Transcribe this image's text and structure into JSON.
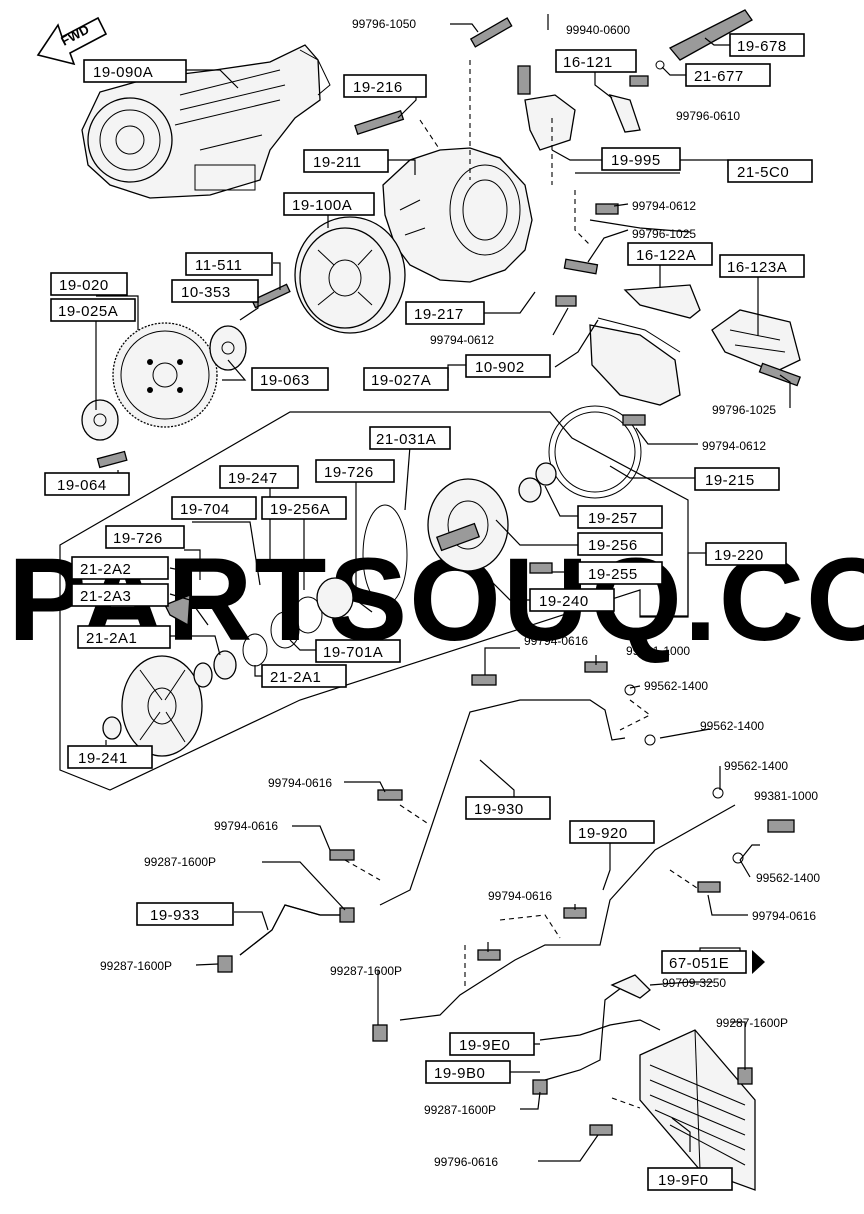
{
  "watermark": "PARTSOUQ.COM",
  "direction_marker": "FWD",
  "callouts": {
    "c_19_090A": "19-090A",
    "c_19_216": "19-216",
    "c_19_211": "19-211",
    "c_19_100A": "19-100A",
    "c_11_511": "11-511",
    "c_10_353": "10-353",
    "c_19_020": "19-020",
    "c_19_025A": "19-025A",
    "c_19_063": "19-063",
    "c_19_064": "19-064",
    "c_19_678": "19-678",
    "c_21_677": "21-677",
    "c_16_121": "16-121",
    "c_19_995": "19-995",
    "c_21_5C0": "21-5C0",
    "c_16_122A": "16-122A",
    "c_16_123A": "16-123A",
    "c_19_217": "19-217",
    "c_10_902": "10-902",
    "c_19_027A": "19-027A",
    "c_21_031A": "21-031A",
    "c_19_726a": "19-726",
    "c_19_247": "19-247",
    "c_19_704": "19-704",
    "c_19_256A": "19-256A",
    "c_19_726b": "19-726",
    "c_21_2A2": "21-2A2",
    "c_21_2A3": "21-2A3",
    "c_21_2A1a": "21-2A1",
    "c_19_701A": "19-701A",
    "c_21_2A1b": "21-2A1",
    "c_19_241": "19-241",
    "c_19_215": "19-215",
    "c_19_257": "19-257",
    "c_19_256": "19-256",
    "c_19_255": "19-255",
    "c_19_220": "19-220",
    "c_19_240": "19-240",
    "c_19_930": "19-930",
    "c_19_920": "19-920",
    "c_19_933": "19-933",
    "c_67_051E": "67-051E",
    "c_19_9E0": "19-9E0",
    "c_19_9B0": "19-9B0",
    "c_19_9F0": "19-9F0"
  },
  "part_numbers": {
    "p_99796_1050": "99796-1050",
    "p_99940_0600": "99940-0600",
    "p_99796_0610": "99796-0610",
    "p_99794_0612a": "99794-0612",
    "p_99796_1025a": "99796-1025",
    "p_99794_0612b": "99794-0612",
    "p_99796_1025b": "99796-1025",
    "p_99794_0612c": "99794-0612",
    "p_99794_0616a": "99794-0616",
    "p_99381_1000a": "99381-1000",
    "p_99562_1400a": "99562-1400",
    "p_99562_1400b": "99562-1400",
    "p_99562_1400c": "99562-1400",
    "p_99381_1000b": "99381-1000",
    "p_99794_0616b": "99794-0616",
    "p_99562_1400d": "99562-1400",
    "p_99794_0616c": "99794-0616",
    "p_99287_1600Pa": "99287-1600P",
    "p_99794_0616d": "99794-0616",
    "p_99794_0616e": "99794-0616",
    "p_99287_1600Pb": "99287-1600P",
    "p_99287_1600Pc": "99287-1600P",
    "p_99709_3250": "99709-3250",
    "p_99287_1600Pd": "99287-1600P",
    "p_99287_1600Pe": "99287-1600P",
    "p_99796_0616": "99796-0616"
  }
}
